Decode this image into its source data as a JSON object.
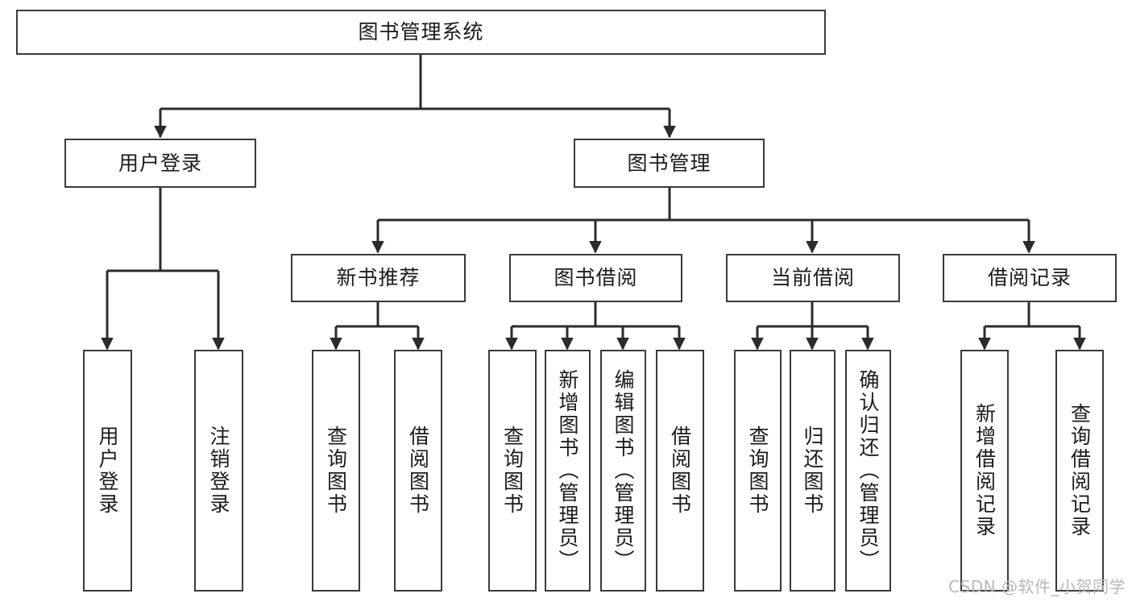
{
  "diagram": {
    "title": "图书管理系统",
    "type": "hierarchy-tree",
    "orientation": "top-down",
    "colors": {
      "box_border": "#3a3a3a",
      "box_fill": "#ffffff",
      "edge": "#2b2b2b",
      "text": "#1b1b1b",
      "watermark": "#b9b9b9"
    }
  },
  "nodes": {
    "root": {
      "label": "图书管理系统"
    },
    "level2": [
      {
        "id": "user-login",
        "label": "用户登录"
      },
      {
        "id": "book-management",
        "label": "图书管理"
      }
    ],
    "level3": [
      {
        "id": "new-book-recommend",
        "label": "新书推荐"
      },
      {
        "id": "book-borrow",
        "label": "图书借阅"
      },
      {
        "id": "current-borrow",
        "label": "当前借阅"
      },
      {
        "id": "borrow-record",
        "label": "借阅记录"
      }
    ],
    "leaves": {
      "user_login": [
        {
          "id": "leaf-user-login",
          "label": "用户登录"
        },
        {
          "id": "leaf-logout-login",
          "label": "注销登录"
        }
      ],
      "new_book_recommend": [
        {
          "id": "leaf-query-book-1",
          "label": "查询图书"
        },
        {
          "id": "leaf-borrow-book-1",
          "label": "借阅图书"
        }
      ],
      "book_borrow": [
        {
          "id": "leaf-query-book-2",
          "label": "查询图书"
        },
        {
          "id": "leaf-add-book",
          "label": "新增图书（管理员）"
        },
        {
          "id": "leaf-edit-book",
          "label": "编辑图书（管理员）"
        },
        {
          "id": "leaf-borrow-book-2",
          "label": "借阅图书"
        }
      ],
      "current_borrow": [
        {
          "id": "leaf-query-book-3",
          "label": "查询图书"
        },
        {
          "id": "leaf-return-book",
          "label": "归还图书"
        },
        {
          "id": "leaf-confirm-return",
          "label": "确认归还（管理员）"
        }
      ],
      "borrow_record": [
        {
          "id": "leaf-add-borrow-record",
          "label": "新增借阅记录"
        },
        {
          "id": "leaf-query-borrow-record",
          "label": "查询借阅记录"
        }
      ]
    }
  },
  "watermark": {
    "text": "CSDN @软件_小贺同学"
  }
}
